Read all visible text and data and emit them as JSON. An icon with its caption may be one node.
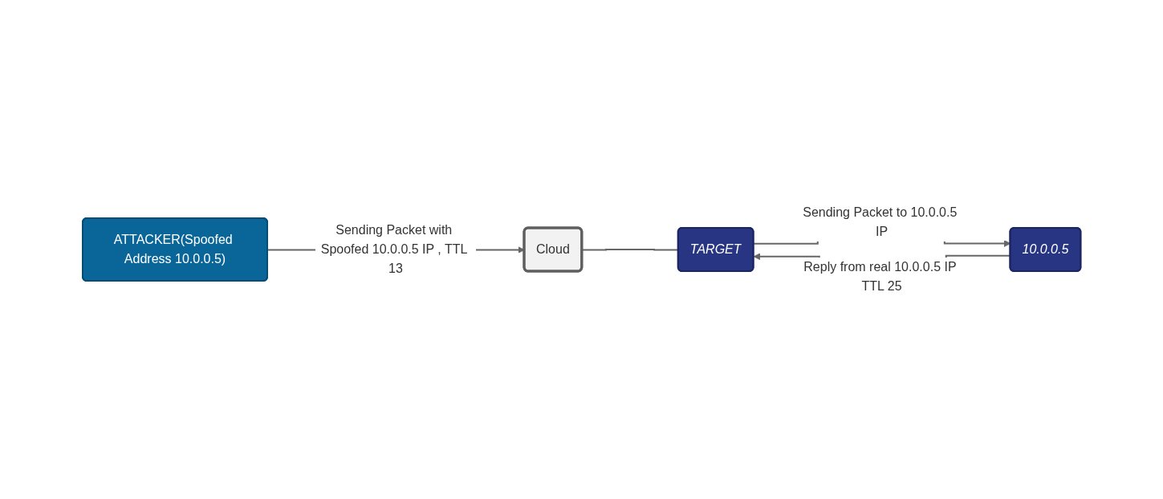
{
  "diagram": {
    "nodes": [
      {
        "text": [
          "ATTACKER(Spoofed Address 10.0.0.5)"
        ]
      },
      {
        "text": [
          "Cloud"
        ]
      },
      {
        "text": [
          "TARGET"
        ]
      },
      {
        "text": [
          "10.0.0.5"
        ]
      }
    ],
    "edges": [
      {
        "from": 0,
        "to": 1,
        "arrow": "to",
        "label": "Sending Packet with Spoofed 10.0.0.5 IP , TTL 13"
      },
      {
        "from": 1,
        "to": 2,
        "arrow": "none"
      },
      {
        "from": 2,
        "to": 3,
        "arrow": "to",
        "label": "Sending Packet to 10.0.0.5 IP"
      },
      {
        "from": 3,
        "to": 2,
        "arrow": "to",
        "label": "Reply from real 10.0.0.5 IP TTL 25"
      }
    ]
  }
}
